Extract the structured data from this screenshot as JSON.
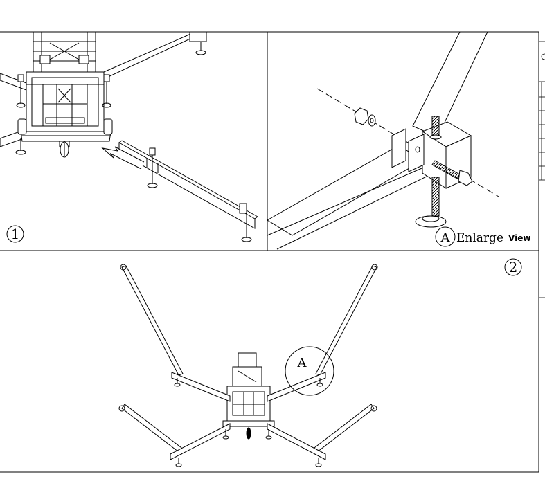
{
  "panels": {
    "step1": {
      "number": "1"
    },
    "step2": {
      "number": "2",
      "callout": "A",
      "enlarge": "Enlarge",
      "view": "View"
    },
    "overview": {
      "callout": "A"
    }
  },
  "colors": {
    "line": "#000000",
    "background": "#ffffff"
  }
}
